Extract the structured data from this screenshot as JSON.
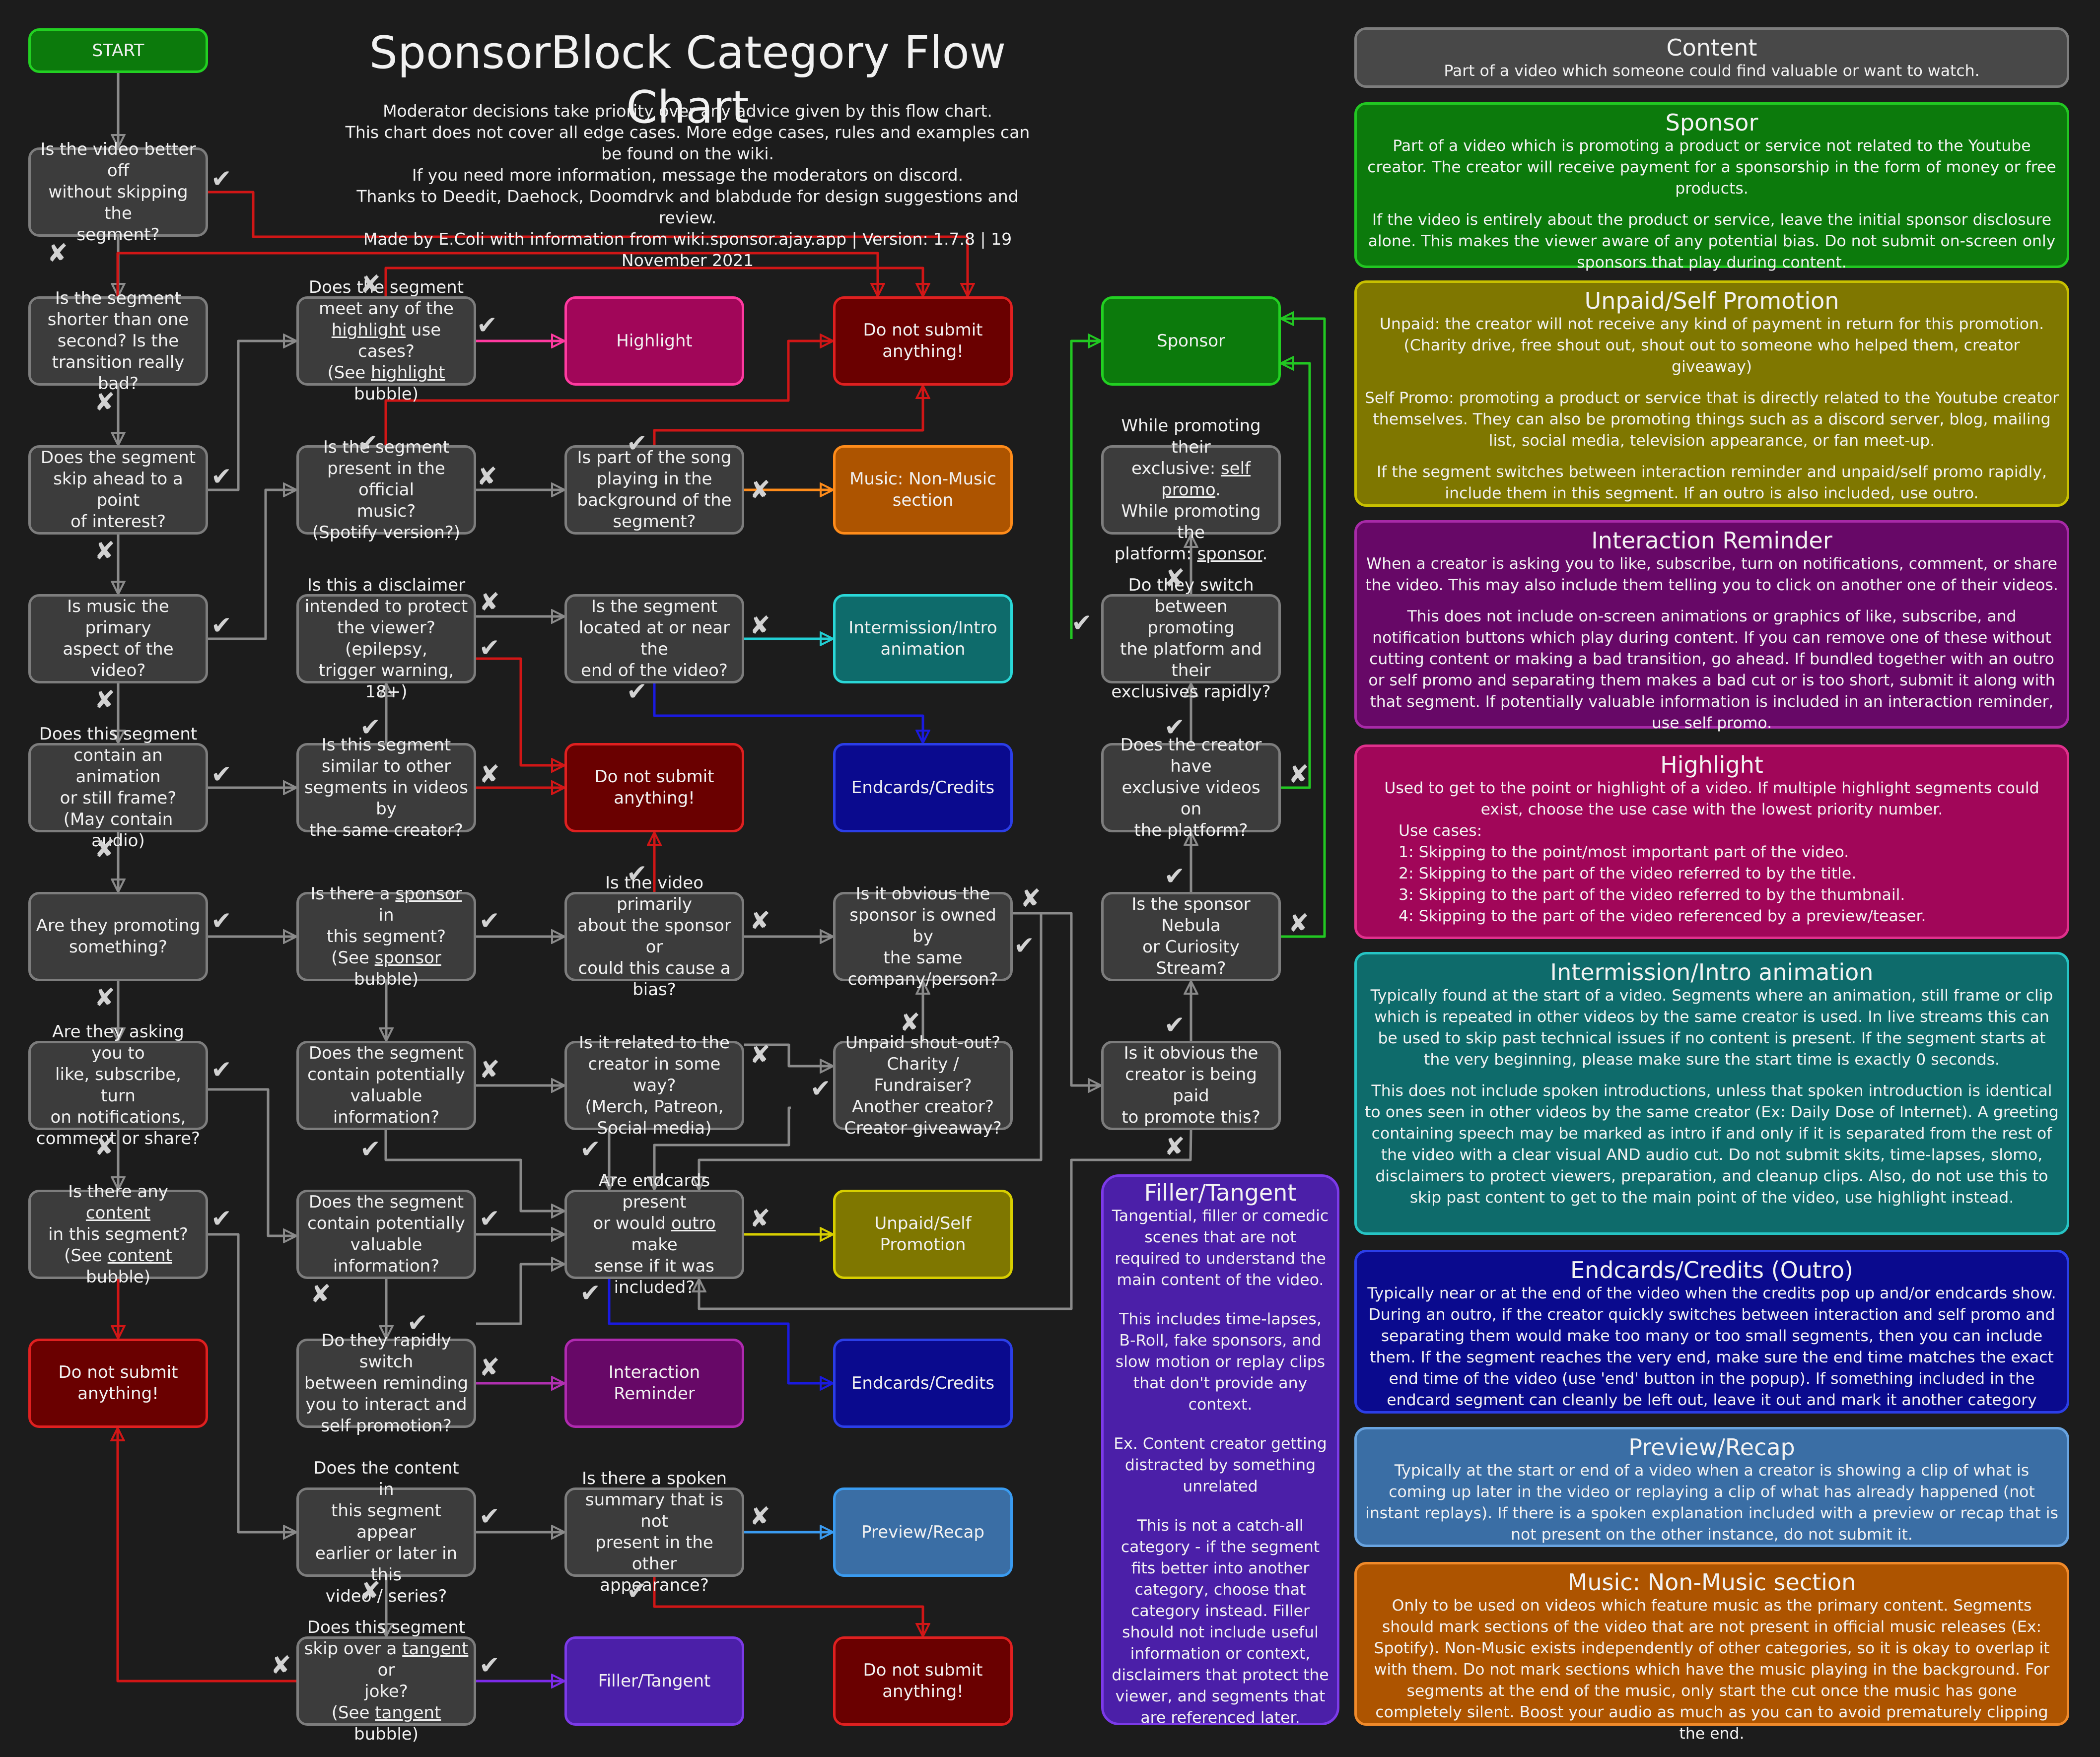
{
  "title": "SponsorBlock Category Flow Chart",
  "notes": [
    "Moderator decisions take priority over any advice given by this flow chart.",
    "This chart does not cover all edge cases. More edge cases, rules and examples can be found on the wiki.",
    "If you need more information, message the moderators on discord.",
    "Thanks to Deedit, Daehock, Doomdrvk and blabdude for design suggestions and review.",
    "Made by E.Coli with information from wiki.sponsor.ajay.app | Version: 1.7.8 | 19 November 2021"
  ],
  "symbols": {
    "yes": "✔",
    "no": "✘"
  },
  "colors": {
    "background": "#1c1c1c",
    "question_fill": "#3c3c3c",
    "question_border": "#7d7d7d",
    "sponsor": "#0c7a0c",
    "self_promo": "#7f7700",
    "interaction": "#670867",
    "highlight": "#a10659",
    "intermission": "#0e6b6b",
    "endcards": "#0a0a8e",
    "preview": "#3a6ea5",
    "music": "#ad5400",
    "filler": "#4b1fa8",
    "not_submit": "#6a0000"
  },
  "nodes": {
    "start": "START",
    "q_better_off": [
      "Is the video better off",
      "without skipping the",
      "segment?"
    ],
    "q_shorter": [
      "Is the segment",
      "shorter than one",
      "second? Is the",
      "transition really bad?"
    ],
    "q_skip_ahead": [
      "Does the segment",
      "skip ahead to a point",
      "of interest?"
    ],
    "q_music_primary": [
      "Is music the primary",
      "aspect of the video?"
    ],
    "q_animation": [
      "Does this segment",
      "contain an animation",
      "or still frame?",
      "(May contain audio)"
    ],
    "q_promoting": [
      "Are they promoting",
      "something?"
    ],
    "q_asking": [
      "Are they asking you to",
      "like, subscribe, turn",
      "on notifications,",
      "comment or share?"
    ],
    "q_content": [
      "Is there any content",
      "in this segment?",
      "(See content bubble)"
    ],
    "q_highlight_use": [
      "Does the segment",
      "meet any of the",
      "highlight use cases?",
      "(See highlight bubble)"
    ],
    "q_official_music": [
      "Is the segment",
      "present in the official",
      "music?",
      "(Spotify version?)"
    ],
    "q_disclaimer": [
      "Is this a disclaimer",
      "intended to protect",
      "the viewer? (epilepsy,",
      "trigger warning, 18+)"
    ],
    "q_similar": [
      "Is this segment",
      "similar to other",
      "segments in videos by",
      "the same creator?"
    ],
    "q_sponsor_in": [
      "Is there a sponsor in",
      "this segment?",
      "(See sponsor bubble)"
    ],
    "q_valuable1": [
      "Does the segment",
      "contain potentially",
      "valuable information?"
    ],
    "q_valuable2": [
      "Does the segment",
      "contain potentially",
      "valuable information?"
    ],
    "q_rapid_remind": [
      "Do they rapidly switch",
      "between reminding",
      "you to interact and",
      "self promotion?"
    ],
    "q_earlier_later": [
      "Does the content in",
      "this segment appear",
      "earlier or later in this",
      "video / series?"
    ],
    "q_tangent": [
      "Does this segment",
      "skip over a tangent or",
      "joke?",
      "(See tangent bubble)"
    ],
    "q_song_bg": [
      "Is part of the song",
      "playing in the",
      "background of the",
      "segment?"
    ],
    "q_end": [
      "Is the segment",
      "located at or near the",
      "end of the video?"
    ],
    "q_about_sponsor": [
      "Is the video primarily",
      "about the sponsor or",
      "could this cause a",
      "bias?"
    ],
    "q_related": [
      "Is it related to the",
      "creator in some way?",
      "(Merch, Patreon,",
      "Social media)"
    ],
    "q_endcards": [
      "Are endcards present",
      "or would outro make",
      "sense if it was",
      "included?"
    ],
    "q_spoken": [
      "Is there a spoken",
      "summary that is not",
      "present in the other",
      "appearance?"
    ],
    "q_owned": [
      "Is it obvious the",
      "sponsor is owned by",
      "the same",
      "company/person?"
    ],
    "q_shoutout": [
      "Unpaid shout-out?",
      "Charity / Fundraiser?",
      "Another creator?",
      "Creator giveaway?"
    ],
    "q_promo_switch": [
      "While promoting their",
      "exclusive: self promo.",
      "While promoting the",
      "platform: sponsor."
    ],
    "q_rapid_switch": [
      "Do they switch",
      "between promoting",
      "the platform and their",
      "exclusives rapidly?"
    ],
    "q_exclusive": [
      "Does the creator have",
      "exclusive videos on",
      "the platform?"
    ],
    "q_nebula": [
      "Is the sponsor Nebula",
      "or Curiosity Stream?"
    ],
    "q_paid": [
      "Is it obvious the",
      "creator is being paid",
      "to promote this?"
    ],
    "t_highlight": [
      "Highlight"
    ],
    "t_not_submit_1": [
      "Do not submit",
      "anything!"
    ],
    "t_music": [
      "Music: Non-Music",
      "section"
    ],
    "t_intermission": [
      "Intermission/Intro",
      "animation"
    ],
    "t_not_submit_2": [
      "Do not submit",
      "anything!"
    ],
    "t_endcards_1": [
      "Endcards/Credits"
    ],
    "t_self_promo": [
      "Unpaid/Self",
      "Promotion"
    ],
    "t_interaction": [
      "Interaction Reminder"
    ],
    "t_endcards_2": [
      "Endcards/Credits"
    ],
    "t_preview": [
      "Preview/Recap"
    ],
    "t_filler": [
      "Filler/Tangent"
    ],
    "t_not_submit_3": [
      "Do not submit",
      "anything!"
    ],
    "t_not_submit_4": [
      "Do not submit",
      "anything!"
    ],
    "t_sponsor": [
      "Sponsor"
    ]
  },
  "underlines": {
    "q_highlight_use": [
      "highlight"
    ],
    "q_sponsor_in": [
      "sponsor"
    ],
    "q_content": [
      "content"
    ],
    "q_tangent": [
      "tangent"
    ],
    "q_endcards": [
      "outro"
    ],
    "q_promo_switch": [
      "self promo",
      "sponsor"
    ]
  },
  "legend": {
    "content": {
      "title": "Content",
      "paras": [
        "Part of a video which someone could find valuable or want to watch."
      ]
    },
    "sponsor": {
      "title": "Sponsor",
      "paras": [
        "Part of a video which is promoting a product or service not related to the Youtube creator. The creator will receive payment for a sponsorship in the form of money or free products.",
        "If the video is entirely about the product or service, leave the initial sponsor disclosure alone. This makes the viewer aware of any potential bias. Do not submit on-screen only sponsors that play during content."
      ]
    },
    "self_promo": {
      "title": "Unpaid/Self Promotion",
      "paras": [
        "Unpaid: the creator will not receive any kind of payment in return for this promotion. (Charity drive, free shout out, shout out to someone who helped them, creator giveaway)",
        "Self Promo: promoting a product or service that is directly related to the Youtube creator themselves. They can also be promoting things such as a discord server, blog, mailing list, social media, television appearance, or fan meet-up.",
        "If the segment switches between interaction reminder and unpaid/self promo rapidly, include them in this segment. If an outro is also included, use outro."
      ]
    },
    "interaction": {
      "title": "Interaction Reminder",
      "paras": [
        "When a creator is asking you to like, subscribe, turn on notifications, comment, or share the video. This may also include them telling you to click on another one of their videos.",
        "This does not include on-screen animations or graphics of like, subscribe, and notification buttons which play during content. If you can remove one of these without cutting content or making a bad transition, go ahead. If bundled together with an outro or self promo and separating them makes a bad cut or is too short, submit it along with that segment. If potentially valuable information is included in an interaction reminder, use self promo."
      ]
    },
    "highlight": {
      "title": "Highlight",
      "intro": "Used to get to the point or highlight of a video. If multiple highlight segments could exist, choose the use case with the lowest priority number.",
      "cases_label": "Use cases:",
      "cases": [
        "1:      Skipping to the point/most important part of the video.",
        "2:      Skipping to the part of the video referred to by the title.",
        "3:      Skipping to the part of the video referred to by the thumbnail.",
        "4:      Skipping to the part of the video referenced by a preview/teaser."
      ]
    },
    "intermission": {
      "title": "Intermission/Intro animation",
      "paras": [
        "Typically found at the start of a video. Segments where an animation, still frame or clip which is repeated in other videos by the same creator is used. In live streams this can be used to skip past technical issues if no content is present. If the segment starts at the very beginning, please make sure the start time is exactly 0 seconds.",
        "This does not include spoken introductions, unless that spoken introduction is identical to ones seen in other videos by the same creator (Ex: Daily Dose of Internet). A greeting containing speech may be marked as intro if and only if it is separated from the rest of the video with a clear visual AND audio cut. Do not submit skits, time-lapses, slomo, disclaimers to protect viewers, preparation, and cleanup clips. Also, do not use this to skip past content to get to the main point of the video, use highlight instead."
      ]
    },
    "endcards": {
      "title": "Endcards/Credits (Outro)",
      "paras": [
        "Typically near or at the end of the video when the credits pop up and/or endcards show. During an outro, if the creator quickly switches between interaction and self promo and separating them would make too many or too small segments, then you can include them. If the segment reaches the very end, make sure the end time matches the exact end time of the video (use 'end' button in the popup). If something included in the endcard segment can cleanly be left out, leave it out and mark it another category"
      ]
    },
    "preview": {
      "title": "Preview/Recap",
      "paras": [
        "Typically at the start or end of a video when a creator is showing a clip of what is coming up later in the video or replaying a clip of what has already happened (not instant replays). If there is a spoken explanation included with a preview or recap that is not present on the other instance, do not submit it."
      ]
    },
    "music": {
      "title": "Music: Non-Music section",
      "paras": [
        "Only to be used on videos which feature music as the primary content. Segments should mark sections of the video that are not present in official music releases (Ex: Spotify). Non-Music exists independently of other categories, so it is okay to overlap it with them. Do not mark sections which have the music playing in the background. For segments at the end of the music, only start the cut once the music has gone completely silent. Boost your audio as much as you can to avoid prematurely clipping the end."
      ]
    },
    "filler": {
      "title": "Filler/Tangent",
      "paras": [
        "Tangential, filler or comedic scenes that are not required to understand the main content of the video.",
        "This includes time-lapses, B-Roll, fake sponsors, and slow motion or replay clips that don't provide any context.",
        "Ex. Content creator getting distracted by something unrelated",
        "This is not a catch-all category - if the segment fits better into another category, choose that category instead. Filler should not include useful information or context, disclaimers that protect the viewer, and segments that are referenced later."
      ]
    }
  }
}
